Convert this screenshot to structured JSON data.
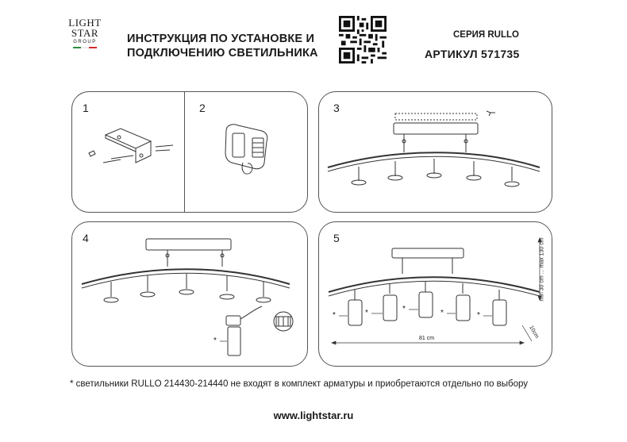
{
  "logo": {
    "line1": "LIGHT",
    "line2": "STAR",
    "line3": "GROUP",
    "flag_colors": [
      "#2e8b3c",
      "#ffffff",
      "#d22b2b"
    ]
  },
  "header": {
    "title_line1": "ИНСТРУКЦИЯ ПО УСТАНОВКЕ И",
    "title_line2": "ПОДКЛЮЧЕНИЮ СВЕТИЛЬНИКА",
    "series": "СЕРИЯ RULLO",
    "article": "АРТИКУЛ 571735"
  },
  "panels": [
    {
      "number": "1"
    },
    {
      "number": "2"
    },
    {
      "number": "3"
    },
    {
      "number": "4"
    },
    {
      "number": "5"
    }
  ],
  "dimensions": {
    "width": "81 cm",
    "height": "min 30 cm ... max 130 cm",
    "depth": "10cm"
  },
  "asterisk": "*",
  "footnote": "* светильники RULLO 214430-214440 не входят в комплект арматуры и приобретаются отдельно по выбору",
  "website": "www.lightstar.ru"
}
